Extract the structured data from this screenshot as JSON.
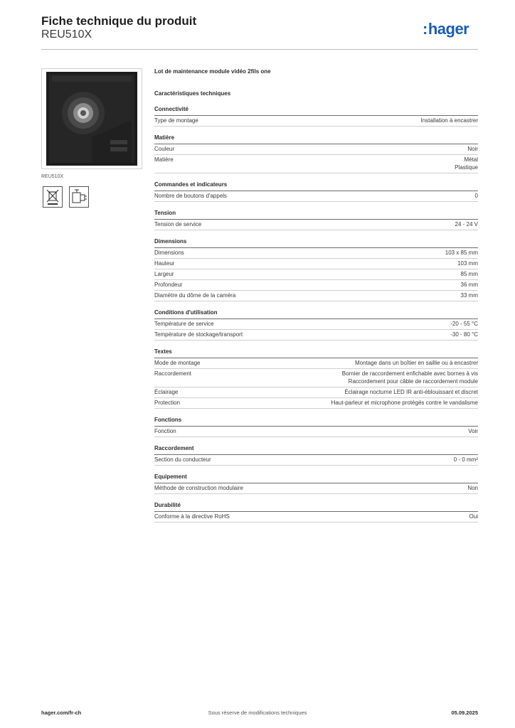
{
  "header": {
    "title": "Fiche technique du produit",
    "reference": "REU510X",
    "brand": "hager",
    "brand_color": "#1a5fb4"
  },
  "product": {
    "image_caption": "REU510X",
    "description": "Lot de maintenance module vidéo 2fils one",
    "cert_icons": [
      "weee-crossed-bin-icon",
      "energy-connection-icon"
    ]
  },
  "specs": {
    "heading": "Caractéristiques techniques",
    "sections": [
      {
        "title": "Connectivité",
        "rows": [
          {
            "label": "Type de montage",
            "value": "Installation à encastrer"
          }
        ]
      },
      {
        "title": "Matière",
        "rows": [
          {
            "label": "Couleur",
            "value": "Noir"
          },
          {
            "label": "Matière",
            "value": "Métal\nPlastique"
          }
        ]
      },
      {
        "title": "Commandes et indicateurs",
        "rows": [
          {
            "label": "Nombre de boutons d'appels",
            "value": "0"
          }
        ]
      },
      {
        "title": "Tension",
        "rows": [
          {
            "label": "Tension de service",
            "value": "24 - 24 V"
          }
        ]
      },
      {
        "title": "Dimensions",
        "rows": [
          {
            "label": "Dimensions",
            "value": "103 x 85 mm"
          },
          {
            "label": "Hauteur",
            "value": "103 mm"
          },
          {
            "label": "Largeur",
            "value": "85 mm"
          },
          {
            "label": "Profondeur",
            "value": "36 mm"
          },
          {
            "label": "Diamètre du dôme de la caméra",
            "value": "33 mm"
          }
        ]
      },
      {
        "title": "Conditions d'utilisation",
        "rows": [
          {
            "label": "Température de service",
            "value": "-20 - 55 °C"
          },
          {
            "label": "Température de stockage/transport",
            "value": "-30 - 80 °C"
          }
        ]
      },
      {
        "title": "Textes",
        "rows": [
          {
            "label": "Mode de montage",
            "value": "Montage dans un boîtier en saillie ou à encastrer"
          },
          {
            "label": "Raccordement",
            "value": "Bornier de raccordement enfichable avec bornes à vis\nRaccordement pour câble de raccordement module"
          },
          {
            "label": "Éclairage",
            "value": "Éclairage nocturne LED IR anti-éblouissant et discret"
          },
          {
            "label": "Protection",
            "value": "Haut-parleur et microphone protégés contre le vandalisme"
          }
        ]
      },
      {
        "title": "Fonctions",
        "rows": [
          {
            "label": "Fonction",
            "value": "Voir"
          }
        ]
      },
      {
        "title": "Raccordement",
        "rows": [
          {
            "label": "Section du conducteur",
            "value": "0 - 0 mm²"
          }
        ]
      },
      {
        "title": "Equipement",
        "rows": [
          {
            "label": "Méthode de construction modulaire",
            "value": "Non"
          }
        ]
      },
      {
        "title": "Durabilité",
        "rows": [
          {
            "label": "Conforme à la directive RoHS",
            "value": "Oui"
          }
        ]
      }
    ]
  },
  "footer": {
    "website": "hager.com/fr-ch",
    "disclaimer": "Sous réserve de modifications techniques",
    "date": "05.09.2025"
  }
}
